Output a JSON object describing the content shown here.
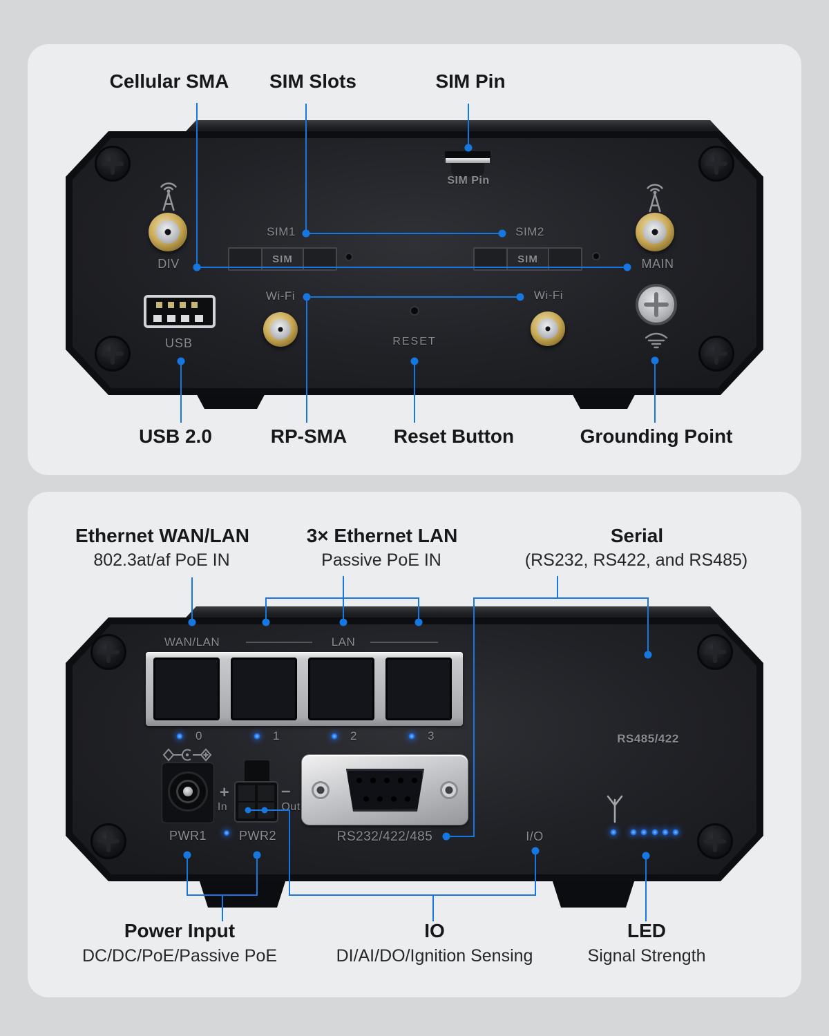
{
  "colors": {
    "accent_blue": "#1677e0",
    "led_blue": "#2a7df0",
    "gold": "#c9a955",
    "terminal_green": "#a6d092",
    "card_bg": "#ecedef",
    "page_bg": "#d6d7d9"
  },
  "panel1": {
    "top_labels": [
      "Cellular SMA",
      "SIM Slots",
      "SIM Pin"
    ],
    "bottom_labels": [
      "USB 2.0",
      "RP-SMA",
      "Reset Button",
      "Grounding Point"
    ],
    "device": {
      "div": "DIV",
      "main": "MAIN",
      "sim_pin": "SIM Pin",
      "sim1": "SIM1",
      "sim2": "SIM2",
      "sim_tray": "SIM",
      "usb": "USB",
      "wifi_left": "Wi-Fi",
      "wifi_right": "Wi-Fi",
      "reset": "RESET"
    }
  },
  "panel2": {
    "top_labels": [
      {
        "title": "Ethernet WAN/LAN",
        "subtitle": "802.3at/af PoE IN"
      },
      {
        "title": "3× Ethernet LAN",
        "subtitle": "Passive PoE IN"
      },
      {
        "title": "Serial",
        "subtitle": "(RS232, RS422, and RS485)"
      }
    ],
    "bottom_labels": [
      {
        "title": "Power Input",
        "subtitle": "DC/DC/PoE/Passive PoE"
      },
      {
        "title": "IO",
        "subtitle": "DI/AI/DO/Ignition Sensing"
      },
      {
        "title": "LED",
        "subtitle": "Signal Strength"
      }
    ],
    "device": {
      "wan_lan": "WAN/LAN",
      "lan": "LAN",
      "ports": [
        "0",
        "1",
        "2",
        "3"
      ],
      "pwr1": "PWR1",
      "pwr2": "PWR2",
      "plus": "+",
      "in_lbl": "In",
      "minus": "−",
      "out_lbl": "Out",
      "serial_port": "RS232/422/485",
      "io": "I/O",
      "rs485": "RS485/422"
    }
  }
}
